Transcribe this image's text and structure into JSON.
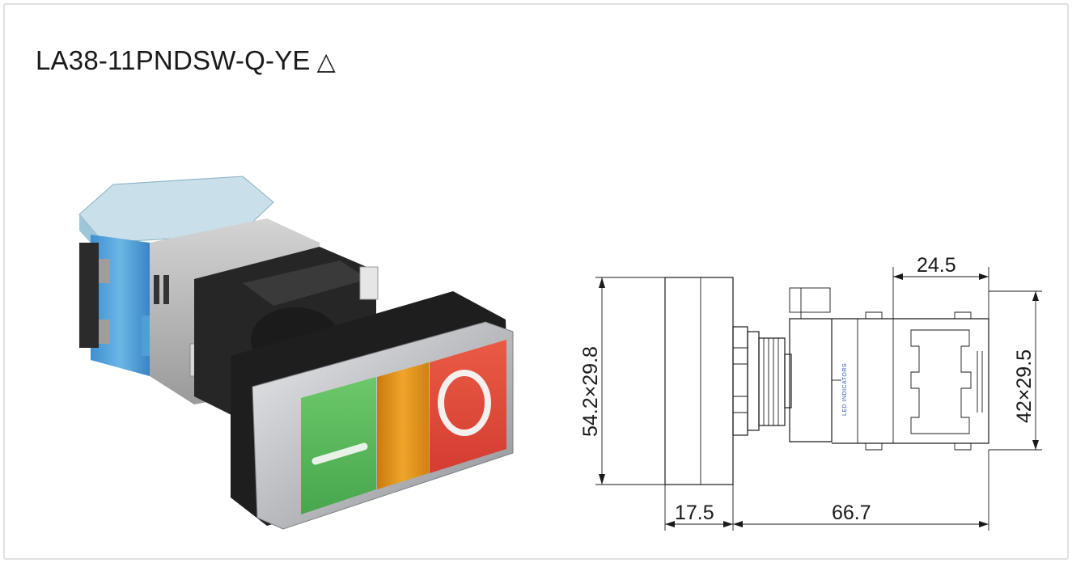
{
  "product": {
    "model": "LA38-11PNDSW-Q-YE",
    "warning_mark": "△"
  },
  "dimensions": {
    "overall_depth": "66.7",
    "head_depth": "17.5",
    "body_depth": "24.5",
    "head_size": "54.2×29.8",
    "body_size": "42×29.5"
  },
  "drawing_label": "LED INDICATORS",
  "colors": {
    "green_button": "#57b85a",
    "amber_indicator": "#e8971e",
    "red_button": "#e0493a",
    "housing_blue": "#5aa9de",
    "bezel_silver": "#c6c8cb"
  }
}
